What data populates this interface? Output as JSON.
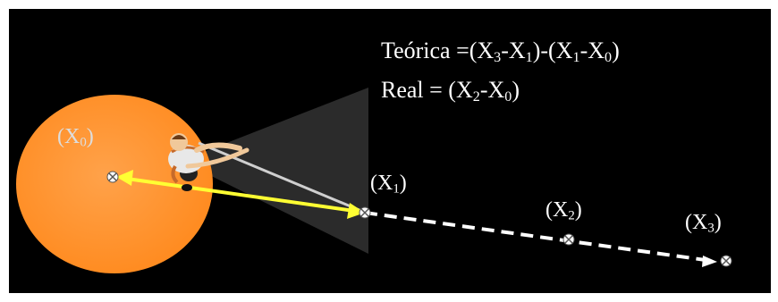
{
  "formulas": {
    "teorica": {
      "label": "Teórica =(X",
      "s1": "3",
      "m1": "-X",
      "s2": "1",
      "m2": ")-(X",
      "s3": "1",
      "m3": "-X",
      "s4": "0",
      "end": ")"
    },
    "real": {
      "label": "Real = (X",
      "s1": "2",
      "m1": "-X",
      "s2": "0",
      "end": ")"
    }
  },
  "points": {
    "x0": {
      "pre": "(X",
      "sub": "0",
      "post": ")"
    },
    "x1": {
      "pre": "(X",
      "sub": "1",
      "post": ")"
    },
    "x2": {
      "pre": "(X",
      "sub": "2",
      "post": ")"
    },
    "x3": {
      "pre": "(X",
      "sub": "3",
      "post": ")"
    }
  },
  "colors": {
    "background": "#000000",
    "circle": "#ff8a1e",
    "actual_arrow": "#ffff33",
    "projected_path": "#ffffff",
    "view_cone": "#2a2a2a"
  }
}
